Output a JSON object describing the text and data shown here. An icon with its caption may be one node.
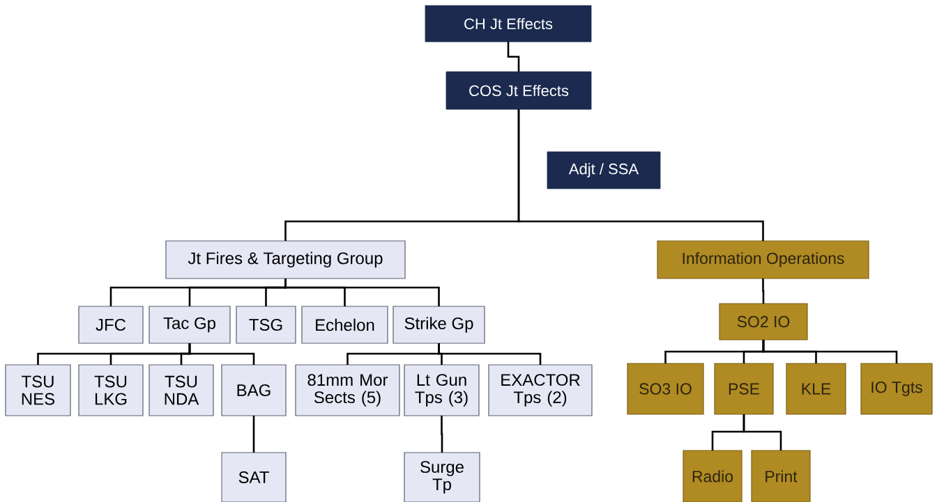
{
  "diagram": {
    "nodes": [
      {
        "text": [
          "CH Jt Effects"
        ]
      },
      {
        "text": [
          "COS Jt Effects"
        ]
      },
      {
        "text": [
          "Adjt / SSA"
        ]
      },
      {
        "text": [
          "Jt Fires & Targeting Group"
        ]
      },
      {
        "text": [
          "Information Operations"
        ]
      },
      {
        "text": [
          "JFC"
        ]
      },
      {
        "text": [
          "Tac Gp"
        ]
      },
      {
        "text": [
          "TSG"
        ]
      },
      {
        "text": [
          "Echelon"
        ]
      },
      {
        "text": [
          "Strike Gp"
        ]
      },
      {
        "text": [
          "SO2 IO"
        ]
      },
      {
        "text": [
          "TSU NES"
        ]
      },
      {
        "text": [
          "TSU LKG"
        ]
      },
      {
        "text": [
          "TSU NDA"
        ]
      },
      {
        "text": [
          "BAG"
        ]
      },
      {
        "text": [
          "81mm Mor Sects (5)"
        ]
      },
      {
        "text": [
          "Lt Gun Tps (3)"
        ]
      },
      {
        "text": [
          "EXACTOR Tps (2)"
        ]
      },
      {
        "text": [
          "SO3 IO"
        ]
      },
      {
        "text": [
          "PSE"
        ]
      },
      {
        "text": [
          "KLE"
        ]
      },
      {
        "text": [
          "IO Tgts"
        ]
      },
      {
        "text": [
          "SAT"
        ]
      },
      {
        "text": [
          "Surge Tp"
        ]
      },
      {
        "text": [
          "Radio"
        ]
      },
      {
        "text": [
          "Print"
        ]
      }
    ],
    "edges": [
      {
        "from": 0,
        "to": 1,
        "arrow": "none"
      },
      {
        "from": 1,
        "to": 3,
        "arrow": "none"
      },
      {
        "from": 1,
        "to": 4,
        "arrow": "none"
      },
      {
        "from": 3,
        "to": 5,
        "arrow": "none"
      },
      {
        "from": 3,
        "to": 6,
        "arrow": "none"
      },
      {
        "from": 3,
        "to": 7,
        "arrow": "none"
      },
      {
        "from": 3,
        "to": 8,
        "arrow": "none"
      },
      {
        "from": 3,
        "to": 9,
        "arrow": "none"
      },
      {
        "from": 4,
        "to": 10,
        "arrow": "none"
      },
      {
        "from": 6,
        "to": 11,
        "arrow": "none"
      },
      {
        "from": 6,
        "to": 12,
        "arrow": "none"
      },
      {
        "from": 6,
        "to": 13,
        "arrow": "none"
      },
      {
        "from": 6,
        "to": 14,
        "arrow": "none"
      },
      {
        "from": 9,
        "to": 15,
        "arrow": "none"
      },
      {
        "from": 9,
        "to": 16,
        "arrow": "none"
      },
      {
        "from": 9,
        "to": 17,
        "arrow": "none"
      },
      {
        "from": 10,
        "to": 18,
        "arrow": "none"
      },
      {
        "from": 10,
        "to": 19,
        "arrow": "none"
      },
      {
        "from": 10,
        "to": 20,
        "arrow": "none"
      },
      {
        "from": 10,
        "to": 21,
        "arrow": "none"
      },
      {
        "from": 14,
        "to": 22,
        "arrow": "none"
      },
      {
        "from": 16,
        "to": 23,
        "arrow": "none"
      },
      {
        "from": 19,
        "to": 24,
        "arrow": "none"
      },
      {
        "from": 19,
        "to": 25,
        "arrow": "none"
      }
    ]
  }
}
